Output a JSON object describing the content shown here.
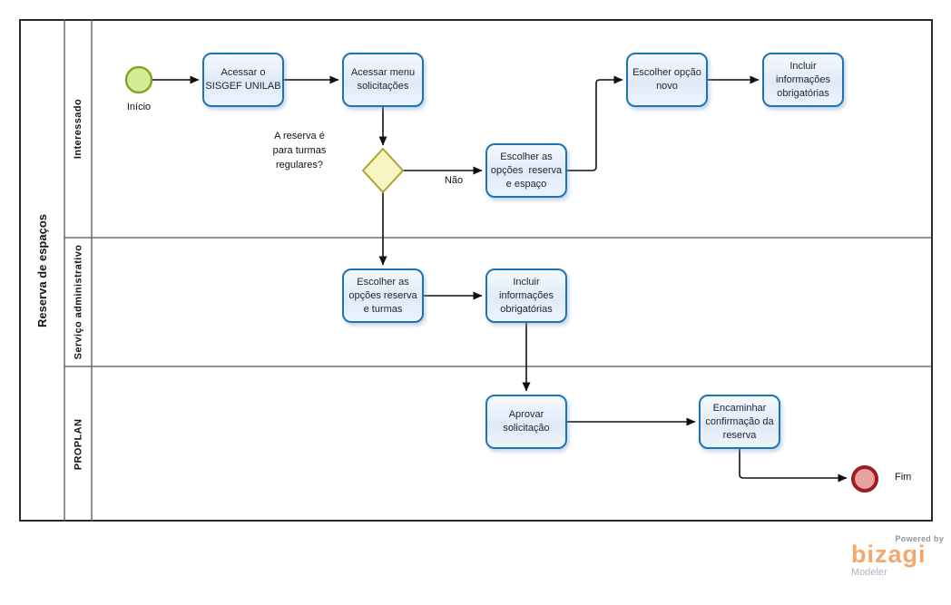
{
  "pool": {
    "title": "Reserva de espaços"
  },
  "lanes": [
    {
      "label": "Interessado"
    },
    {
      "label": "Serviço administrativo"
    },
    {
      "label": "PROPLAN"
    }
  ],
  "events": {
    "start": {
      "label": "Início"
    },
    "end": {
      "label": "Fim"
    }
  },
  "gateway": {
    "question": "A reserva é\npara turmas\nregulares?"
  },
  "edges": {
    "nao_label": "Não"
  },
  "tasks": [
    {
      "id": "acessar-sisgef",
      "label": "Acessar o\nSISGEF UNILAB"
    },
    {
      "id": "acessar-menu-solicitacoes",
      "label": "Acessar menu\nsolicitações"
    },
    {
      "id": "escolher-opcoes-reserva-espaco",
      "label": "Escolher as\nopções  reserva\ne espaço"
    },
    {
      "id": "escolher-opcao-novo",
      "label": "Escolher opção\nnovo"
    },
    {
      "id": "incluir-informacoes-obrigatorias-topo",
      "label": "Incluir\ninformações\nobrigatórias"
    },
    {
      "id": "escolher-opcoes-reserva-turmas",
      "label": "Escolher as\nopções reserva\ne turmas"
    },
    {
      "id": "incluir-informacoes-obrigatorias-meio",
      "label": "Incluir\ninformações\nobrigatórias"
    },
    {
      "id": "aprovar-solicitacao",
      "label": "Aprovar\nsolicitação"
    },
    {
      "id": "encaminhar-confirmacao-reserva",
      "label": "Encaminhar\nconfirmação da\nreserva"
    }
  ],
  "logo": {
    "powered_by": "Powered by",
    "brand": "bizagi",
    "product": "Modeler"
  },
  "colors": {
    "task_border": "#1c74b8",
    "task_fill": "#e0eaf8",
    "start_fill": "#d4ec95",
    "start_border": "#7fa829",
    "end_fill": "#e9a0a0",
    "end_border": "#a01d20",
    "gateway_fill": "#f8f5c5",
    "gateway_border": "#ada32e",
    "brand_orange": "#f2a96d"
  }
}
